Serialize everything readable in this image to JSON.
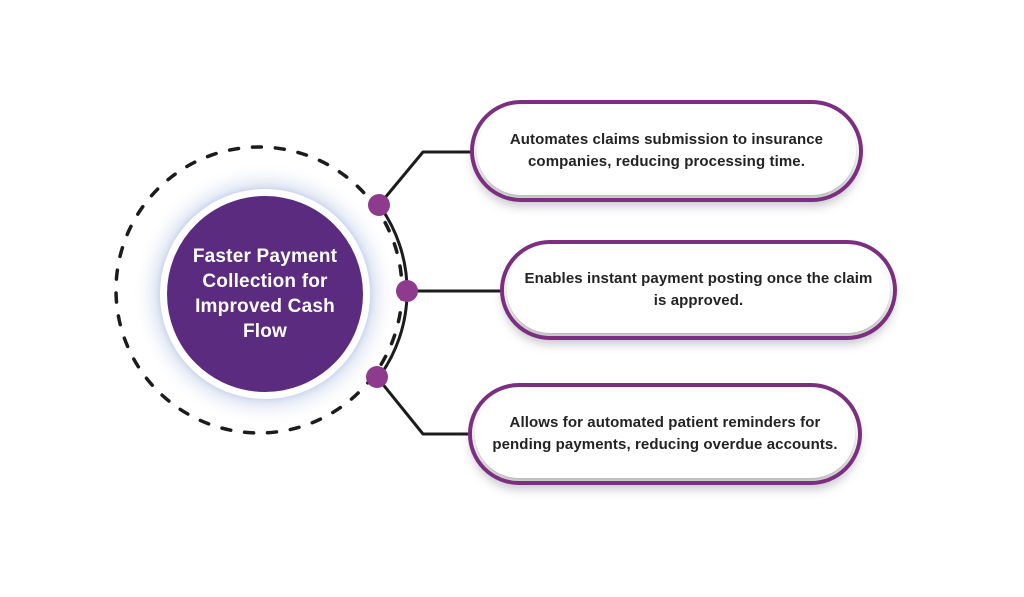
{
  "diagram": {
    "center": {
      "title": "Faster Payment Collection for Improved Cash Flow",
      "title_lines": [
        "Faster Payment",
        "Collection for",
        "Improved Cash",
        "Flow"
      ]
    },
    "boxes": [
      {
        "text": "Automates claims submission to insurance companies, reducing processing time.",
        "lines": [
          "Automates claims submission to insurance",
          "companies, reducing processing time."
        ]
      },
      {
        "text": "Enables instant payment posting once the claim is approved.",
        "lines": [
          "Enables instant payment posting once the claim",
          "is approved."
        ]
      },
      {
        "text": "Allows for automated patient reminders for pending payments, reducing overdue accounts.",
        "lines": [
          "Allows for automated patient reminders for",
          "pending payments, reducing overdue accounts."
        ]
      }
    ],
    "colors": {
      "background": "#ffffff",
      "center_fill": "#5a2b7e",
      "center_text": "#ffffff",
      "box_border": "#7c2f80",
      "box_text": "#232323",
      "dot": "#8e3b8e",
      "line": "#1c1c1c"
    }
  }
}
